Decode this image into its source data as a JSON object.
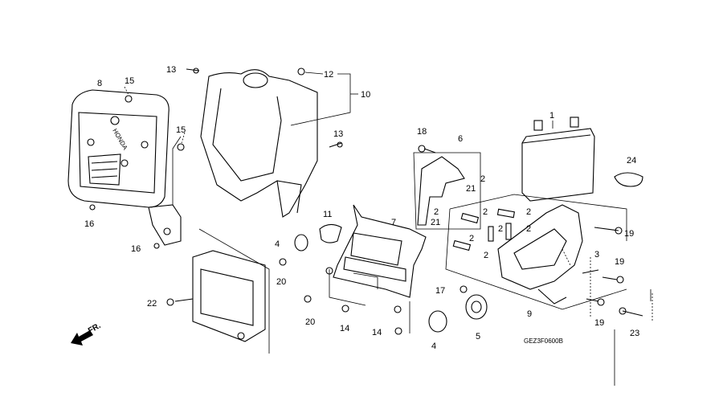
{
  "diagram": {
    "callouts": [
      {
        "id": "c1",
        "text": "1"
      },
      {
        "id": "c2a",
        "text": "2"
      },
      {
        "id": "c21a",
        "text": "21"
      },
      {
        "id": "c2b",
        "text": "2"
      },
      {
        "id": "c21b",
        "text": "21"
      },
      {
        "id": "c2c",
        "text": "2"
      },
      {
        "id": "c2d",
        "text": "2"
      },
      {
        "id": "c2e",
        "text": "2"
      },
      {
        "id": "c2f",
        "text": "2"
      },
      {
        "id": "c2g",
        "text": "2"
      },
      {
        "id": "c2h",
        "text": "2"
      },
      {
        "id": "c3",
        "text": "3"
      },
      {
        "id": "c4a",
        "text": "4"
      },
      {
        "id": "c4b",
        "text": "4"
      },
      {
        "id": "c5",
        "text": "5"
      },
      {
        "id": "c6",
        "text": "6"
      },
      {
        "id": "c7",
        "text": "7"
      },
      {
        "id": "c8",
        "text": "8"
      },
      {
        "id": "c9",
        "text": "9"
      },
      {
        "id": "c10",
        "text": "10"
      },
      {
        "id": "c11",
        "text": "11"
      },
      {
        "id": "c12",
        "text": "12"
      },
      {
        "id": "c13a",
        "text": "13"
      },
      {
        "id": "c13b",
        "text": "13"
      },
      {
        "id": "c14a",
        "text": "14"
      },
      {
        "id": "c14b",
        "text": "14"
      },
      {
        "id": "c15a",
        "text": "15"
      },
      {
        "id": "c15b",
        "text": "15"
      },
      {
        "id": "c16a",
        "text": "16"
      },
      {
        "id": "c16b",
        "text": "16"
      },
      {
        "id": "c17",
        "text": "17"
      },
      {
        "id": "c18",
        "text": "18"
      },
      {
        "id": "c19a",
        "text": "19"
      },
      {
        "id": "c19b",
        "text": "19"
      },
      {
        "id": "c19c",
        "text": "19"
      },
      {
        "id": "c20a",
        "text": "20"
      },
      {
        "id": "c20b",
        "text": "20"
      },
      {
        "id": "c22",
        "text": "22"
      },
      {
        "id": "c23",
        "text": "23"
      },
      {
        "id": "c24",
        "text": "24"
      }
    ],
    "front_indicator": "FR.",
    "drawing_code": "GEZ3F0600B",
    "brand_on_cover": "HONDA"
  }
}
